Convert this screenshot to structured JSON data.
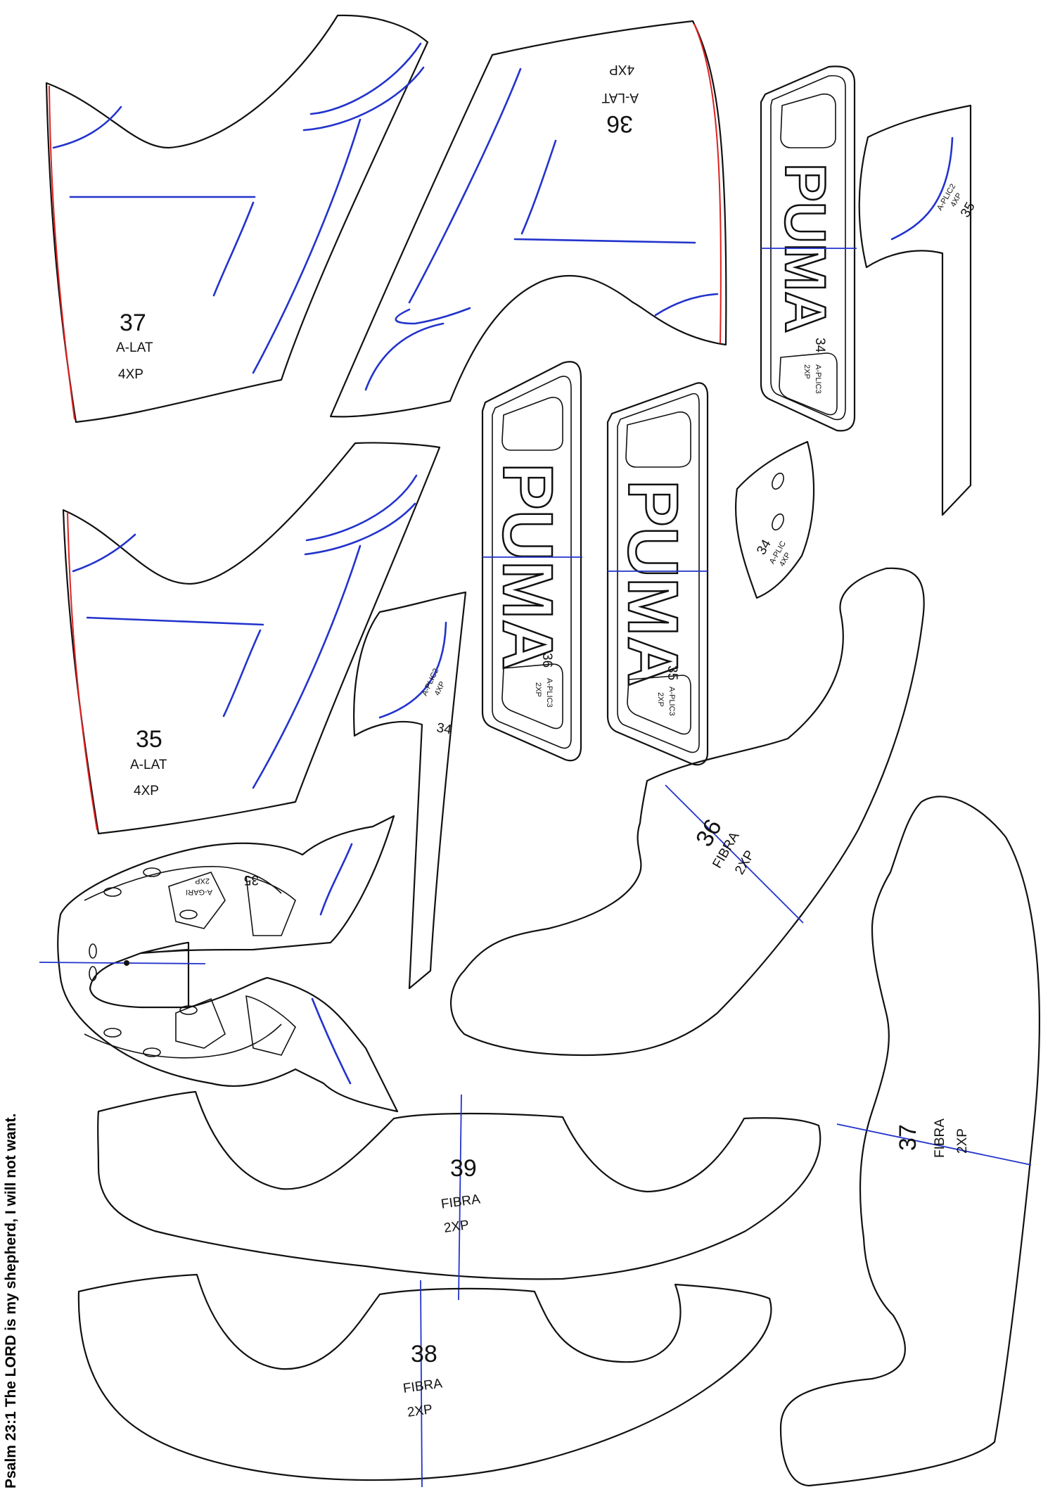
{
  "pieces": {
    "p37_alat": {
      "number": "37",
      "name": "A-LAT",
      "qty": "4XP"
    },
    "p36_alat": {
      "number": "36",
      "name": "A-LAT",
      "qty": "4XP"
    },
    "p35_alat": {
      "number": "35",
      "name": "A-LAT",
      "qty": "4XP"
    },
    "p34_logo": {
      "number": "34",
      "name": "A-PLIC3",
      "qty": "2XP"
    },
    "p36_logo": {
      "number": "36",
      "name": "A-PLIC3",
      "qty": "2XP"
    },
    "p35_logo": {
      "number": "35",
      "name": "A-PLIC3",
      "qty": "2XP"
    },
    "p35_aplic2": {
      "number": "35",
      "name": "A-PLIC2",
      "qty": "4XP"
    },
    "p34_aplic2": {
      "number": "34",
      "name": "A-PLIC2",
      "qty": "4XP"
    },
    "p34_aplic": {
      "number": "34",
      "name": "A-PLIC",
      "qty": "4XP"
    },
    "p35_agari": {
      "number": "35",
      "name": "A-GARI",
      "qty": "2XP"
    },
    "p36_fibra": {
      "number": "36",
      "name": "FIBRA",
      "qty": "2XP"
    },
    "p37_fibra": {
      "number": "37",
      "name": "FIBRA",
      "qty": "2XP"
    },
    "p39_fibra": {
      "number": "39",
      "name": "FIBRA",
      "qty": "2XP"
    },
    "p38_fibra": {
      "number": "38",
      "name": "FIBRA",
      "qty": "2XP"
    }
  },
  "logo_text": "PUMA",
  "verse": "Psalm 23:1 The LORD is my shepherd, I will not want.",
  "colors": {
    "outline": "#111111",
    "stitch": "#2233cc",
    "edge": "#dd2222"
  }
}
